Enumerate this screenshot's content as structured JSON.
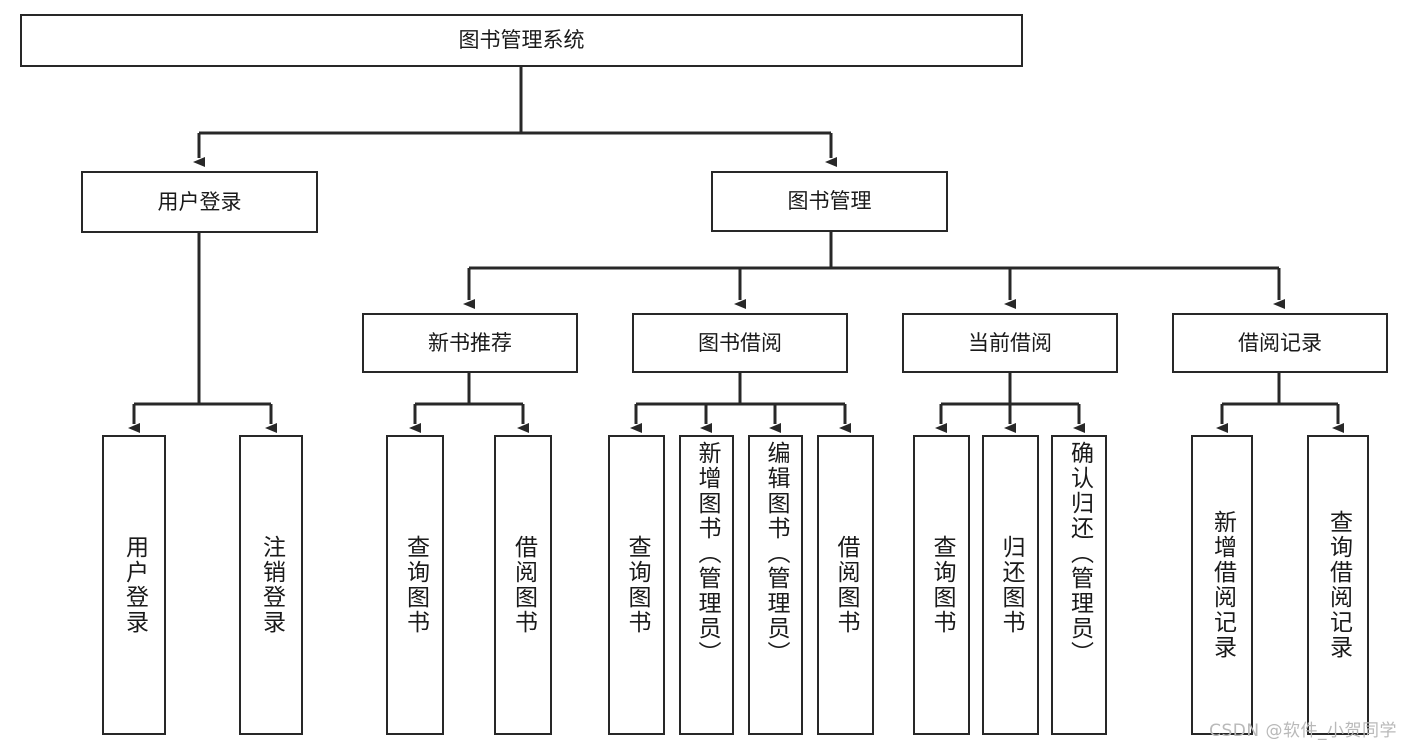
{
  "diagram": {
    "title_node": {
      "label": "图书管理系统"
    },
    "level2": [
      {
        "label": "用户登录"
      },
      {
        "label": "图书管理"
      }
    ],
    "level3": [
      {
        "label": "新书推荐"
      },
      {
        "label": "图书借阅"
      },
      {
        "label": "当前借阅"
      },
      {
        "label": "借阅记录"
      }
    ],
    "leaves": {
      "user_login": [
        {
          "label": "用户登录"
        },
        {
          "label": "注销登录"
        }
      ],
      "new_book_recommend": [
        {
          "label": "查询图书"
        },
        {
          "label": "借阅图书"
        }
      ],
      "book_borrow": [
        {
          "label": "查询图书"
        },
        {
          "label": "新增图书（管理员）"
        },
        {
          "label": "编辑图书（管理员）"
        },
        {
          "label": "借阅图书"
        }
      ],
      "current_borrow": [
        {
          "label": "查询图书"
        },
        {
          "label": "归还图书"
        },
        {
          "label": "确认归还（管理员）"
        }
      ],
      "borrow_record": [
        {
          "label": "新增借阅记录"
        },
        {
          "label": "查询借阅记录"
        }
      ]
    }
  },
  "watermark": {
    "text": "CSDN @软件_小贺同学"
  },
  "colors": {
    "stroke": "#282828",
    "fill": "#ffffff",
    "text": "#1a1a1a",
    "watermark": "#b9b9b9"
  }
}
